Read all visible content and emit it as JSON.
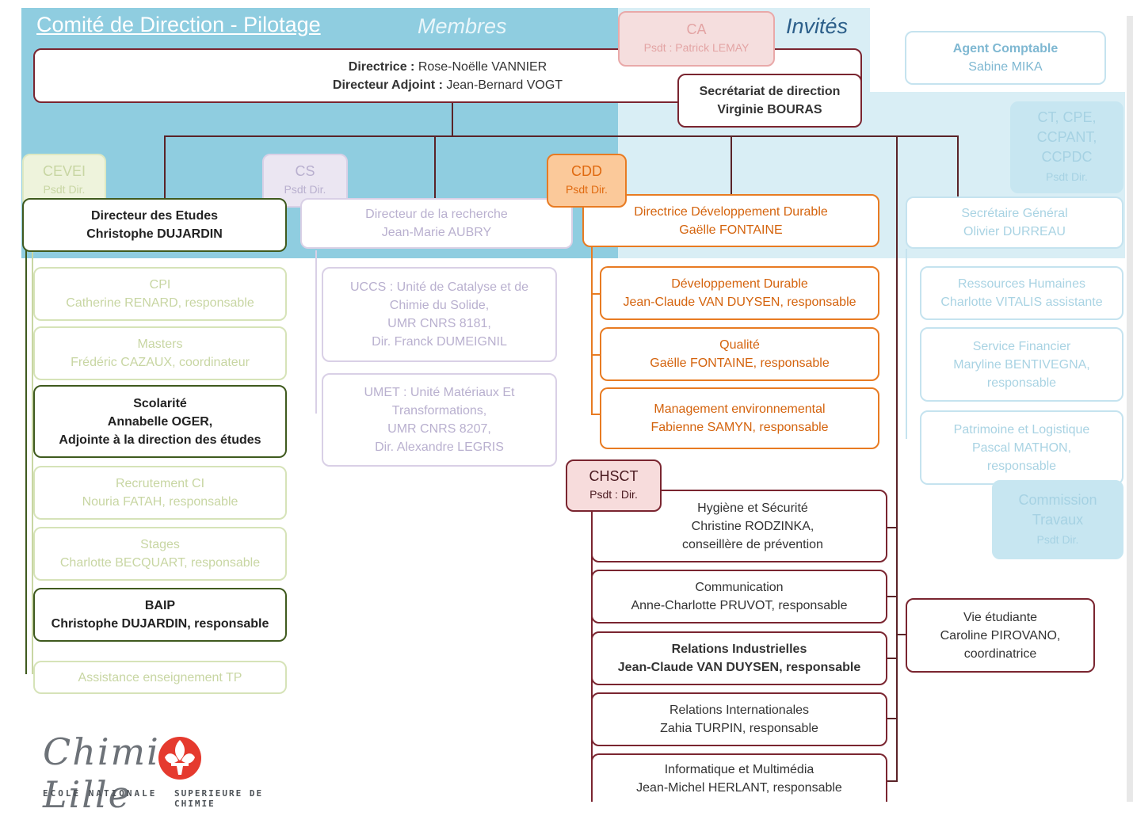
{
  "header": {
    "title": "Comité de Direction - Pilotage",
    "membres": "Membres",
    "invites": "Invités"
  },
  "ca": {
    "label": "CA",
    "psdt": "Psdt : Patrick LEMAY"
  },
  "direction": {
    "directrice_label": "Directrice :",
    "directrice_name": "Rose-Noëlle VANNIER",
    "adjoint_label": "Directeur Adjoint :",
    "adjoint_name": "Jean-Bernard VOGT"
  },
  "secretariat": {
    "line1": "Secrétariat de direction",
    "line2": "Virginie BOURAS"
  },
  "agent_comptable": {
    "line1": "Agent Comptable",
    "line2": "Sabine MIKA"
  },
  "ct": {
    "lines": [
      "CT, CPE,",
      "CCPANT,",
      "CCPDC"
    ],
    "psdt": "Psdt Dir."
  },
  "councils": {
    "cevei": {
      "label": "CEVEI",
      "psdt": "Psdt Dir."
    },
    "cs": {
      "label": "CS",
      "psdt": "Psdt Dir."
    },
    "cdd": {
      "label": "CDD",
      "psdt": "Psdt Dir."
    },
    "chsct": {
      "label": "CHSCT",
      "psdt": "Psdt : Dir."
    }
  },
  "etudes": {
    "head": {
      "line1": "Directeur  des Etudes",
      "line2": "Christophe DUJARDIN"
    },
    "items": [
      {
        "line1": "CPI",
        "line2": "Catherine RENARD, responsable"
      },
      {
        "line1": "Masters",
        "line2": "Frédéric CAZAUX, coordinateur"
      },
      {
        "line1": "Scolarité",
        "line2": "Annabelle OGER,",
        "line3": "Adjointe à la direction des études"
      },
      {
        "line1": "Recrutement CI",
        "line2": "Nouria FATAH, responsable"
      },
      {
        "line1": "Stages",
        "line2": "Charlotte BECQUART, responsable"
      },
      {
        "line1": "BAIP",
        "line2": "Christophe DUJARDIN, responsable"
      },
      {
        "line1": "Assistance enseignement TP"
      }
    ]
  },
  "recherche": {
    "head": {
      "line1": "Directeur de la recherche",
      "line2": "Jean-Marie AUBRY"
    },
    "uccs": {
      "l1": "UCCS : Unité de Catalyse et de",
      "l2": "Chimie du Solide,",
      "l3": "UMR CNRS 8181,",
      "l4": "Dir. Franck DUMEIGNIL"
    },
    "umet": {
      "l1": "UMET : Unité Matériaux Et",
      "l2": "Transformations,",
      "l3": "UMR CNRS 8207,",
      "l4": "Dir. Alexandre LEGRIS"
    }
  },
  "dd": {
    "head": {
      "line1": "Directrice Développement Durable",
      "line2": "Gaëlle FONTAINE"
    },
    "items": [
      {
        "line1": "Développement Durable",
        "line2": "Jean-Claude VAN DUYSEN, responsable"
      },
      {
        "line1": "Qualité",
        "line2": "Gaëlle FONTAINE, responsable"
      },
      {
        "line1": "Management environnemental",
        "line2": "Fabienne SAMYN, responsable"
      }
    ]
  },
  "services": {
    "items": [
      {
        "l1": "Hygiène et Sécurité",
        "l2": "Christine RODZINKA,",
        "l3": "conseillère de prévention"
      },
      {
        "l1": "Communication",
        "l2": "Anne-Charlotte PRUVOT, responsable"
      },
      {
        "l1": "Relations Industrielles",
        "l2": "Jean-Claude VAN DUYSEN, responsable"
      },
      {
        "l1": "Relations Internationales",
        "l2": "Zahia TURPIN, responsable"
      },
      {
        "l1": "Informatique et Multimédia",
        "l2": "Jean-Michel HERLANT, responsable"
      }
    ]
  },
  "sg": {
    "head": {
      "line1": "Secrétaire Général",
      "line2": "Olivier DURREAU"
    },
    "items": [
      {
        "l1": "Ressources Humaines",
        "l2": "Charlotte VITALIS assistante"
      },
      {
        "l1": "Service Financier",
        "l2": "Maryline BENTIVEGNA,",
        "l3": "responsable"
      },
      {
        "l1": "Patrimoine et Logistique",
        "l2": "Pascal MATHON,",
        "l3": "responsable"
      }
    ],
    "commission": {
      "l1": "Commission",
      "l2": "Travaux",
      "psdt": "Psdt Dir."
    }
  },
  "vie_etudiante": {
    "l1": "Vie étudiante",
    "l2": "Caroline PIROVANO,",
    "l3": "coordinatrice"
  },
  "logo": {
    "text": "Chimie Lille",
    "subtitle_left": "ECOLE NATIONALE",
    "subtitle_right": "SUPERIEURE DE CHIMIE"
  }
}
